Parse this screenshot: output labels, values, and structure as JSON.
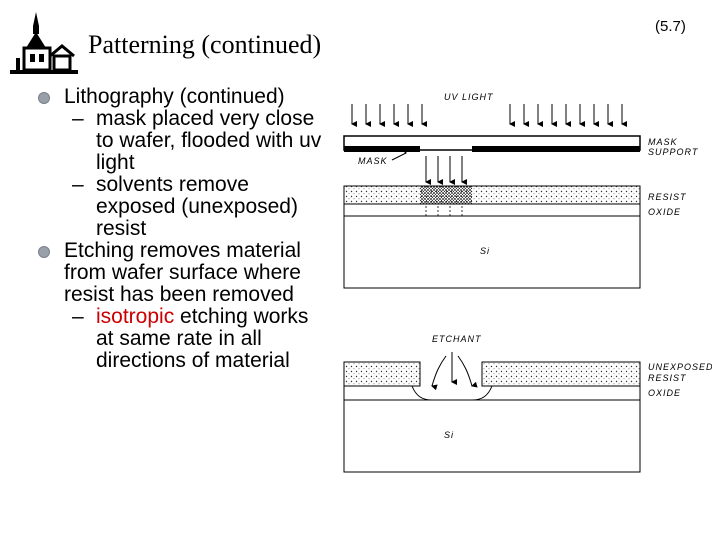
{
  "slide": {
    "title": "Patterning (continued)",
    "page_number": "(5.7)"
  },
  "bullets": [
    {
      "text": "Lithography (continued)",
      "subitems": [
        "mask placed very close to wafer, flooded with uv light",
        "solvents remove exposed (unexposed) resist"
      ]
    },
    {
      "text": "Etching removes material from wafer surface where resist has been removed",
      "sub_red": "isotropic",
      "sub_rest": " etching works at same rate in all directions of material"
    }
  ],
  "diagram": {
    "top": {
      "uv_light": "UV LIGHT",
      "mask": "MASK",
      "mask_support_1": "MASK",
      "mask_support_2": "SUPPORT",
      "resist": "RESIST",
      "oxide": "OXIDE",
      "si": "Si"
    },
    "bottom": {
      "etchant": "ETCHANT",
      "unexposed_1": "UNEXPOSED",
      "unexposed_2": "RESIST",
      "oxide": "OXIDE",
      "si": "Si"
    }
  },
  "colors": {
    "accent_red": "#cc0000",
    "bullet_gray": "#9aa0aa"
  }
}
